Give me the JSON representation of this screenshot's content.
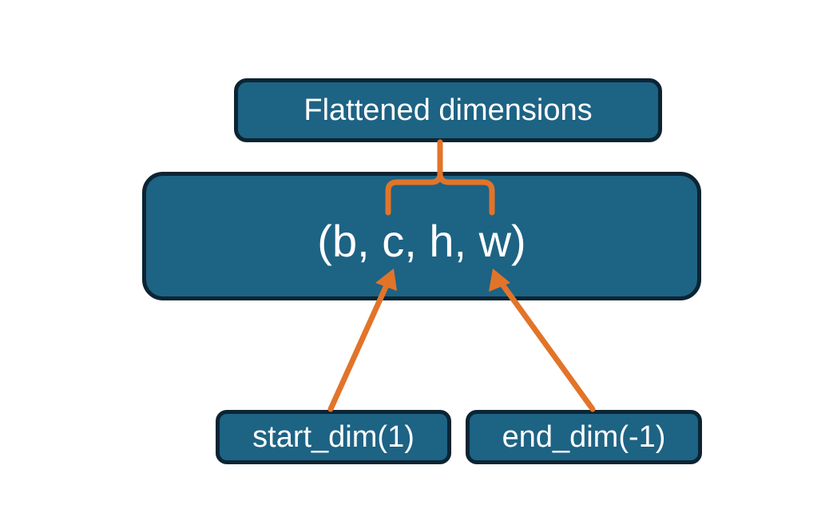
{
  "diagram": {
    "title": "Flatten dimensions diagram",
    "background_color": "#ffffff",
    "node_fill_color": "#1d6384",
    "node_border_color": "#0c2433",
    "node_text_color": "#ffffff",
    "connector_color": "#e2742a",
    "nodes": {
      "flattened": {
        "label": "Flattened dimensions"
      },
      "shape": {
        "label": "(b, c, h, w)"
      },
      "start_dim": {
        "label": "start_dim(1)"
      },
      "end_dim": {
        "label": "end_dim(-1)"
      }
    },
    "connectors": {
      "brace": {
        "name": "curly-brace",
        "from": "shape",
        "to": "flattened",
        "spans_dimensions": "c, h"
      },
      "start_dim_arrow": {
        "name": "arrow",
        "from": "start_dim",
        "to": "shape",
        "points_at": "c"
      },
      "end_dim_arrow": {
        "name": "arrow",
        "from": "end_dim",
        "to": "shape",
        "points_at": "w"
      }
    }
  }
}
